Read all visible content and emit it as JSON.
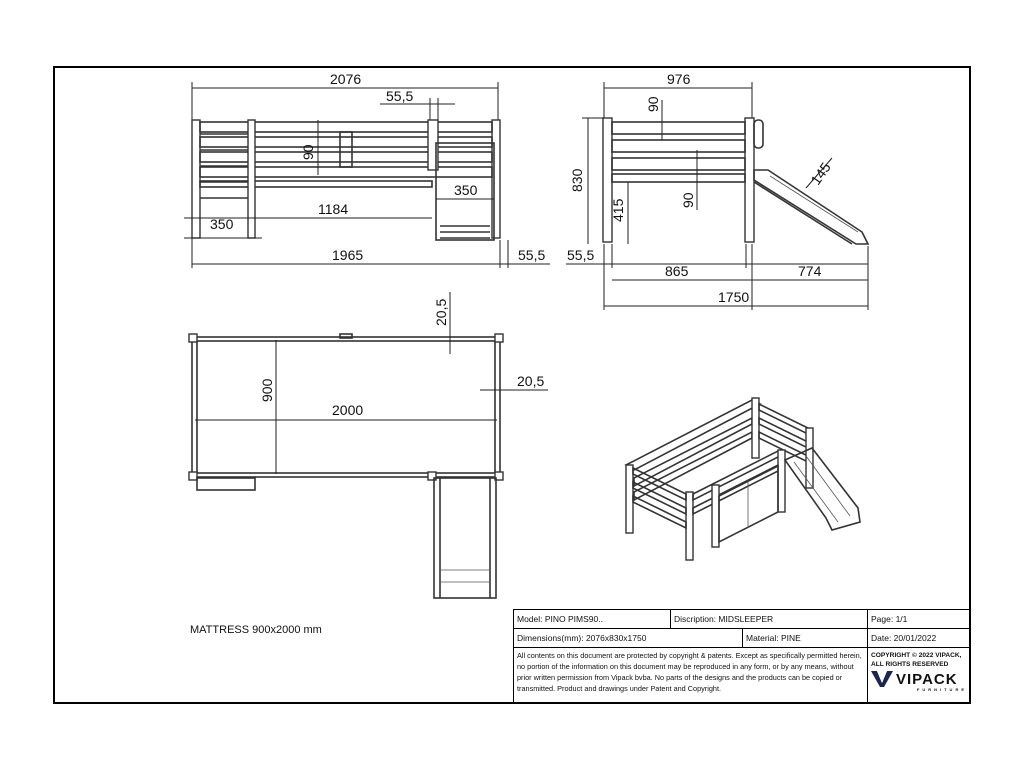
{
  "dimensions": {
    "front_width": "2076",
    "front_offset": "55,5",
    "front_rail": "90",
    "front_slide_width": "350",
    "front_ladder_width": "350",
    "front_gap": "1184",
    "front_base": "1965",
    "front_right_offset": "55,5",
    "side_width": "976",
    "side_top_rail": "90",
    "side_mid_rail": "90",
    "side_height": "830",
    "side_lower": "415",
    "side_slide_angle": "145",
    "side_left_offset": "55,5",
    "side_bed_depth": "865",
    "side_slide_run": "774",
    "side_total": "1750",
    "plan_post_top": "20,5",
    "plan_post_right": "20,5",
    "plan_width": "900",
    "plan_length": "2000"
  },
  "mattress_note": "MATTRESS 900x2000 mm",
  "title_block": {
    "model": "Model: PINO PIMS90..",
    "description": "Discription: MIDSLEEPER",
    "page": "Page: 1/1",
    "dims": "Dimensions(mm): 2076x830x1750",
    "material": "Material: PINE",
    "date": "Date: 20/01/2022",
    "notice": "All contents on this document are protected by copyright & patents. Except as specifically permitted herein, no portion of the information on this document may be reproduced in any form, or by any means, without prior written permission from Vipack bvba. No parts of the designs and the products can be copied or transmitted. Product and drawings under Patent and Copyright.",
    "copyright_line1": "COPYRIGHT  © 2022 VIPACK,",
    "copyright_line2": "ALL RIGHTS RESERVED",
    "logo_text": "VIPACK",
    "logo_sub": "FURNITURE"
  }
}
